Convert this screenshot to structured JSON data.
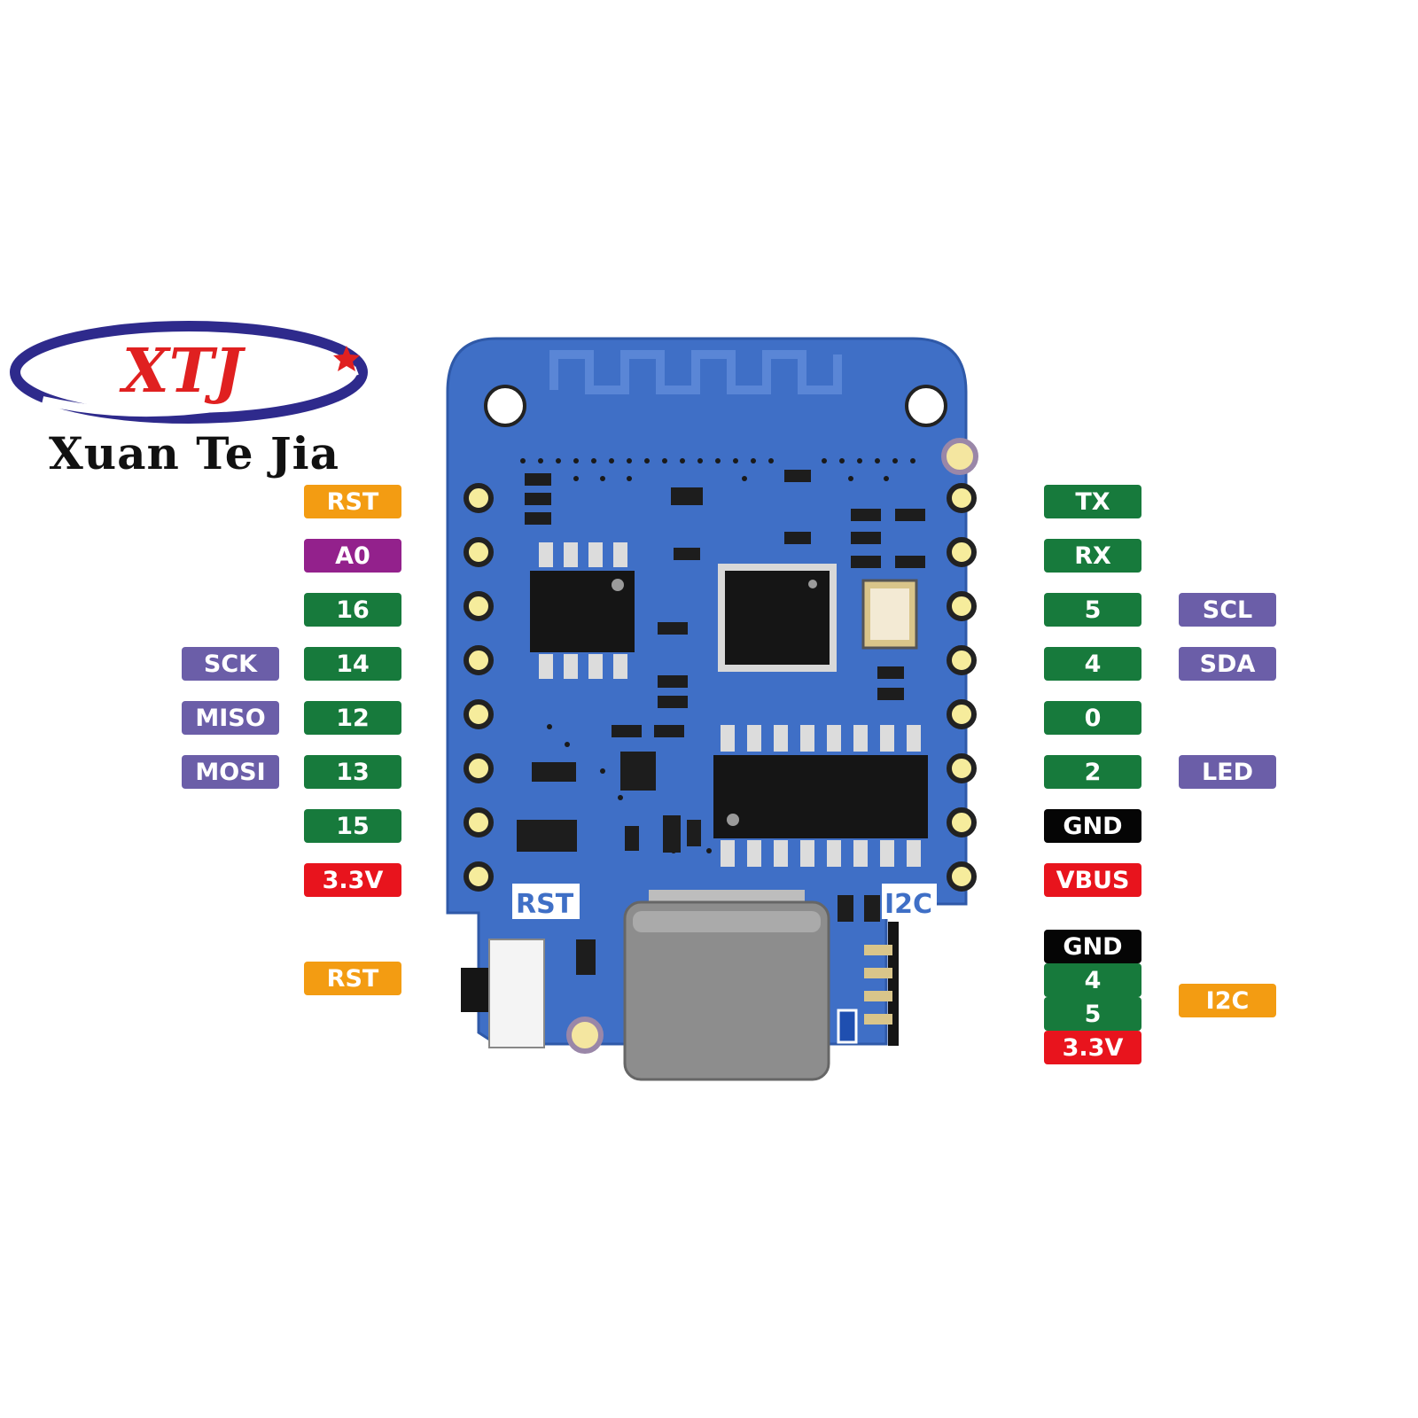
{
  "logo": {
    "mark": "XTJ",
    "name": "Xuan Te Jia"
  },
  "board_silkscreen": {
    "rst": "RST",
    "i2c": "I2C"
  },
  "left_pins": [
    {
      "label": "RST",
      "color": "#f39c12"
    },
    {
      "label": "A0",
      "color": "#93218c"
    },
    {
      "label": "16",
      "color": "#177a3c"
    },
    {
      "label": "14",
      "color": "#177a3c",
      "alt": "SCK"
    },
    {
      "label": "12",
      "color": "#177a3c",
      "alt": "MISO"
    },
    {
      "label": "13",
      "color": "#177a3c",
      "alt": "MOSI"
    },
    {
      "label": "15",
      "color": "#177a3c"
    },
    {
      "label": "3.3V",
      "color": "#e8141d"
    }
  ],
  "left_extra": {
    "label": "RST",
    "color": "#f39c12"
  },
  "right_pins": [
    {
      "label": "TX",
      "color": "#177a3c"
    },
    {
      "label": "RX",
      "color": "#177a3c"
    },
    {
      "label": "5",
      "color": "#177a3c",
      "alt": "SCL"
    },
    {
      "label": "4",
      "color": "#177a3c",
      "alt": "SDA"
    },
    {
      "label": "0",
      "color": "#177a3c"
    },
    {
      "label": "2",
      "color": "#177a3c",
      "alt": "LED"
    },
    {
      "label": "GND",
      "color": "#050505"
    },
    {
      "label": "VBUS",
      "color": "#e8141d"
    }
  ],
  "i2c_connector": {
    "pins": [
      {
        "label": "GND",
        "color": "#050505"
      },
      {
        "label": "4",
        "color": "#177a3c"
      },
      {
        "label": "5",
        "color": "#177a3c"
      },
      {
        "label": "3.3V",
        "color": "#e8141d"
      }
    ],
    "group_label": "I2C",
    "group_color": "#f39c12"
  },
  "colors": {
    "board_blue": "#3f6fc6",
    "alt_function": "#6b5ea8"
  }
}
